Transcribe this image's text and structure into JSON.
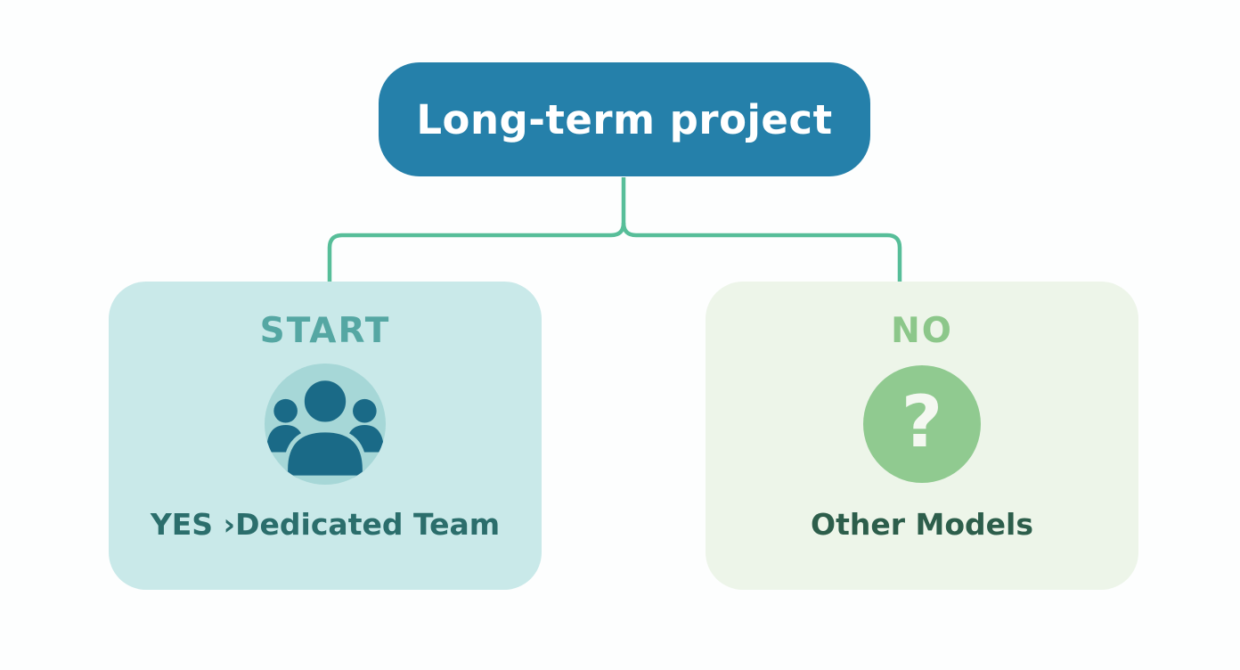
{
  "root_node": {
    "label": "Long-term project",
    "bg_color": "#2580aa",
    "text_color": "#ffffff"
  },
  "connector": {
    "color": "#57be99"
  },
  "left_node": {
    "heading": "START",
    "caption": "YES ›Dedicated Team",
    "icon": "team-people-icon",
    "bg_color": "#c9e9e9",
    "heading_color": "#55a7a3",
    "caption_color": "#2b6e6c",
    "icon_circle_color": "#a6d7d7",
    "icon_fill_color": "#1a6a87"
  },
  "right_node": {
    "heading": "NO",
    "caption": "Other Models",
    "icon": "question-mark-icon",
    "icon_glyph": "?",
    "bg_color": "#edf5e9",
    "heading_color": "#8cc78a",
    "caption_color": "#2d5e4b",
    "icon_circle_color": "#90ca90",
    "icon_glyph_color": "#f4f8f1"
  }
}
